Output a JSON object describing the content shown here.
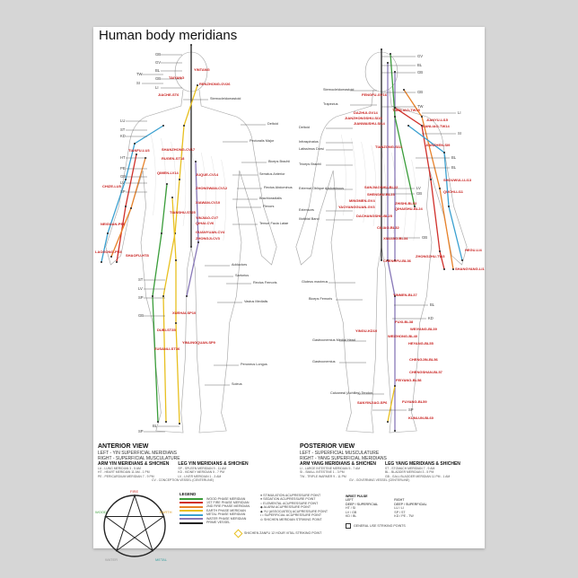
{
  "title": "Human body meridians",
  "colors": {
    "wood": "#3a9d3a",
    "fire1": "#d0302a",
    "fire2": "#e8822a",
    "earth": "#e8c020",
    "metal": "#3aa0d0",
    "water": "#8878b8",
    "prime": "#222222"
  },
  "anterior": {
    "codes": [
      "GB",
      "GV",
      "BL",
      "TW",
      "GB",
      "SI",
      "LI",
      "LU",
      "ST",
      "KD",
      "HT",
      "PE",
      "GB",
      "LV",
      "SP",
      "ST",
      "LV",
      "SP",
      "GB",
      "BL",
      "SP"
    ],
    "points": [
      "YINTANG",
      "TAIYANG",
      "RENZHONG-GV26",
      "JIACHE-ST6",
      "TIANFU-LU3",
      "SHANZHONG-CV17",
      "RUGEN-ST18",
      "QIMEN-LV14",
      "JUQUE-CV14",
      "CHIZE-LU5",
      "ZHONGWAN-CV12",
      "XIAWAN-CV10",
      "TIANSHU-ST25",
      "YINJIAO-CV7",
      "QIHAI-CV6",
      "NEIGUAN-PE6",
      "GUANYUAN-CV4",
      "ZHONGJI-CV3",
      "LAOGONG-PE8",
      "SHAOFU-HT8",
      "XUEHAI-SP10",
      "DUBI-ST35",
      "YINLINGQUAN-SP9",
      "ZUSANLI-ST36"
    ],
    "muscles": [
      "Sternocleidomastoid",
      "Deltoid",
      "Pectoralis Major",
      "Biceps Brachii",
      "Serratus Anterior",
      "Rectus Abdominus",
      "Brachioradialis",
      "Flexors",
      "Tensor Facia Latae",
      "Adductors",
      "Sartorius",
      "Rectus Femoris",
      "Vastus Medialis",
      "Peroneus Longus",
      "Soleus"
    ]
  },
  "posterior": {
    "codes": [
      "GV",
      "BL",
      "GB",
      "GB",
      "TW",
      "LI",
      "SI",
      "BL",
      "BL",
      "LV",
      "GB",
      "GB",
      "BL",
      "KD",
      "SP"
    ],
    "points": [
      "FENGFU-GV16",
      "TIANLIAO-TW15",
      "DAZHUI-GV14",
      "JIANZHONGSHU-SI15",
      "JIANWAISHU-SI14",
      "JIANYU-LI15",
      "JIANLIAO-TW14",
      "TIANZONG-SI11",
      "JIANZHEN-SI9",
      "SHOUWULI-LI13",
      "QUCHI-LI11",
      "SANJIAOSHU-BL22",
      "SHENSHU-BL23",
      "MINGMEN-GV4",
      "ZHISHI-BL52",
      "YAOYANGGUAN-GV3",
      "QIHAISHU-BL24",
      "DACHANGSHU-BL25",
      "CILIAO-BL32",
      "XIALIAO-BL34",
      "HEGU-LI4",
      "ZHONGZHU-TW3",
      "CHENGFU-BL36",
      "SHANGYANG-LI1",
      "YINMEN-BL37",
      "FUXI-BL38",
      "WEIYANG-BL39",
      "YINGU-KD10",
      "WEIZHONG-BL40",
      "HEYANG-BL55",
      "CHENGJIN-BL56",
      "CHENGSHAN-BL57",
      "FEIYANG-BL58",
      "SANYINJIAO-SP6",
      "FUYANG-BL59",
      "KUNLUN-BL60"
    ],
    "muscles": [
      "Sternocleidomastoid",
      "Trapezius",
      "Deltoid",
      "Infraspinatus",
      "Latissimus Dorsi",
      "Triceps Brachii",
      "External Oblique Abdominous",
      "Extensors",
      "Iliotibial Band",
      "Gluteus maximus",
      "Biceps Femoris",
      "Gastrocnemius Medial Head",
      "Gastrocnemius",
      "Calcaneal (Achilles) Tendon"
    ]
  },
  "anterior_info": {
    "heading": "ANTERIOR VIEW",
    "left": "LEFT - YIN SUPERFICIAL MERIDIANS",
    "right": "RIGHT - SUPERFICIAL MUSCULATURE",
    "arm_heading": "ARM YIN MERIDIANS & SHICHEN",
    "leg_heading": "LEG YIN MERIDIANS & SHICHEN",
    "arm": [
      "LU - LUNG MERIDIAN 3 - 5 AM",
      "HT - HEART MERIDIAN 11 AM - 1 PM",
      "PE - PERICARDIUM MERIDIAN 7 - 9 PM"
    ],
    "leg": [
      "SP - SPLEEN MERIDIAN 9 - 11 AM",
      "KD - KIDNEY MERIDIAN 5 - 7 PM",
      "LV - LIVER MERIDIAN 1 - 3 AM"
    ],
    "center": "CV - CONCEPTION VESSEL (CENTERLINE)"
  },
  "posterior_info": {
    "heading": "POSTERIOR VIEW",
    "left": "LEFT - SUPERFICIAL MUSCULATURE",
    "right": "RIGHT - YANG SUPERFICIAL MERIDIANS",
    "arm_heading": "ARM YANG MERIDIANS & SHICHEN",
    "leg_heading": "LEG YANG MERIDIANS & SHICHEN",
    "arm": [
      "LI - LARGE INTESTINE MERIDIAN 5 - 7 AM",
      "SI - SMALL INTESTINE 1 - 3 PM",
      "TW - TRIPLE WARMER 9 - 11 PM"
    ],
    "leg": [
      "ST - STOMACH MERIDIAN 7 - 9 AM",
      "BL - BLADDER MERIDIAN 3 - 5 PM",
      "GB - GALL BLADDER MERIDIAN 11 PM - 1 AM"
    ],
    "center": "GV - GOVERNING VESSEL (CENTERLINE)"
  },
  "elements": {
    "fire": "FIRE",
    "wood": "WOOD",
    "earth": "EARTH",
    "water": "WATER",
    "metal": "METAL"
  },
  "legend": {
    "heading": "LEGEND",
    "lines": [
      "WOOD PHASE MERIDIAN",
      "1ST FIRE PHASE MERIDIAN",
      "2ND FIRE PHASE MERIDIAN",
      "EARTH PHASE MERIDIAN",
      "METAL PHASE MERIDIAN",
      "WATER PHASE MERIDIAN",
      "PRIME VESSEL"
    ],
    "points": [
      "STIMULATION ACUPRESSURE POINT",
      "SEDATION ACUPRESSURE POINT",
      "ELEMENTAL ACUPRESSURE POINT",
      "ALARM ACUPRESSURE POINT",
      "YU (ASSOCIATED) ACUPRESSURE POINT",
      "SUPERFICIAL ACUPRESSURE POINT",
      "SHICHEN MERIDIAN STRIKING POINT"
    ],
    "vital": "SHICHEN ZANFU 12 HOUR VITAL STRIKING POINT",
    "general": "GENERAL USE STRIKING POINTS"
  },
  "wrist_pulse": {
    "heading": "WRIST PULSE",
    "left": [
      "LEFT",
      "DEEP / SUPERFICIAL",
      "HT / SI",
      "LV / GB",
      "KD / BL"
    ],
    "right": [
      "RIGHT",
      "DEEP / SUPERFICIAL",
      "LU / LI",
      "SP / ST",
      "KD / PE - TW"
    ]
  }
}
